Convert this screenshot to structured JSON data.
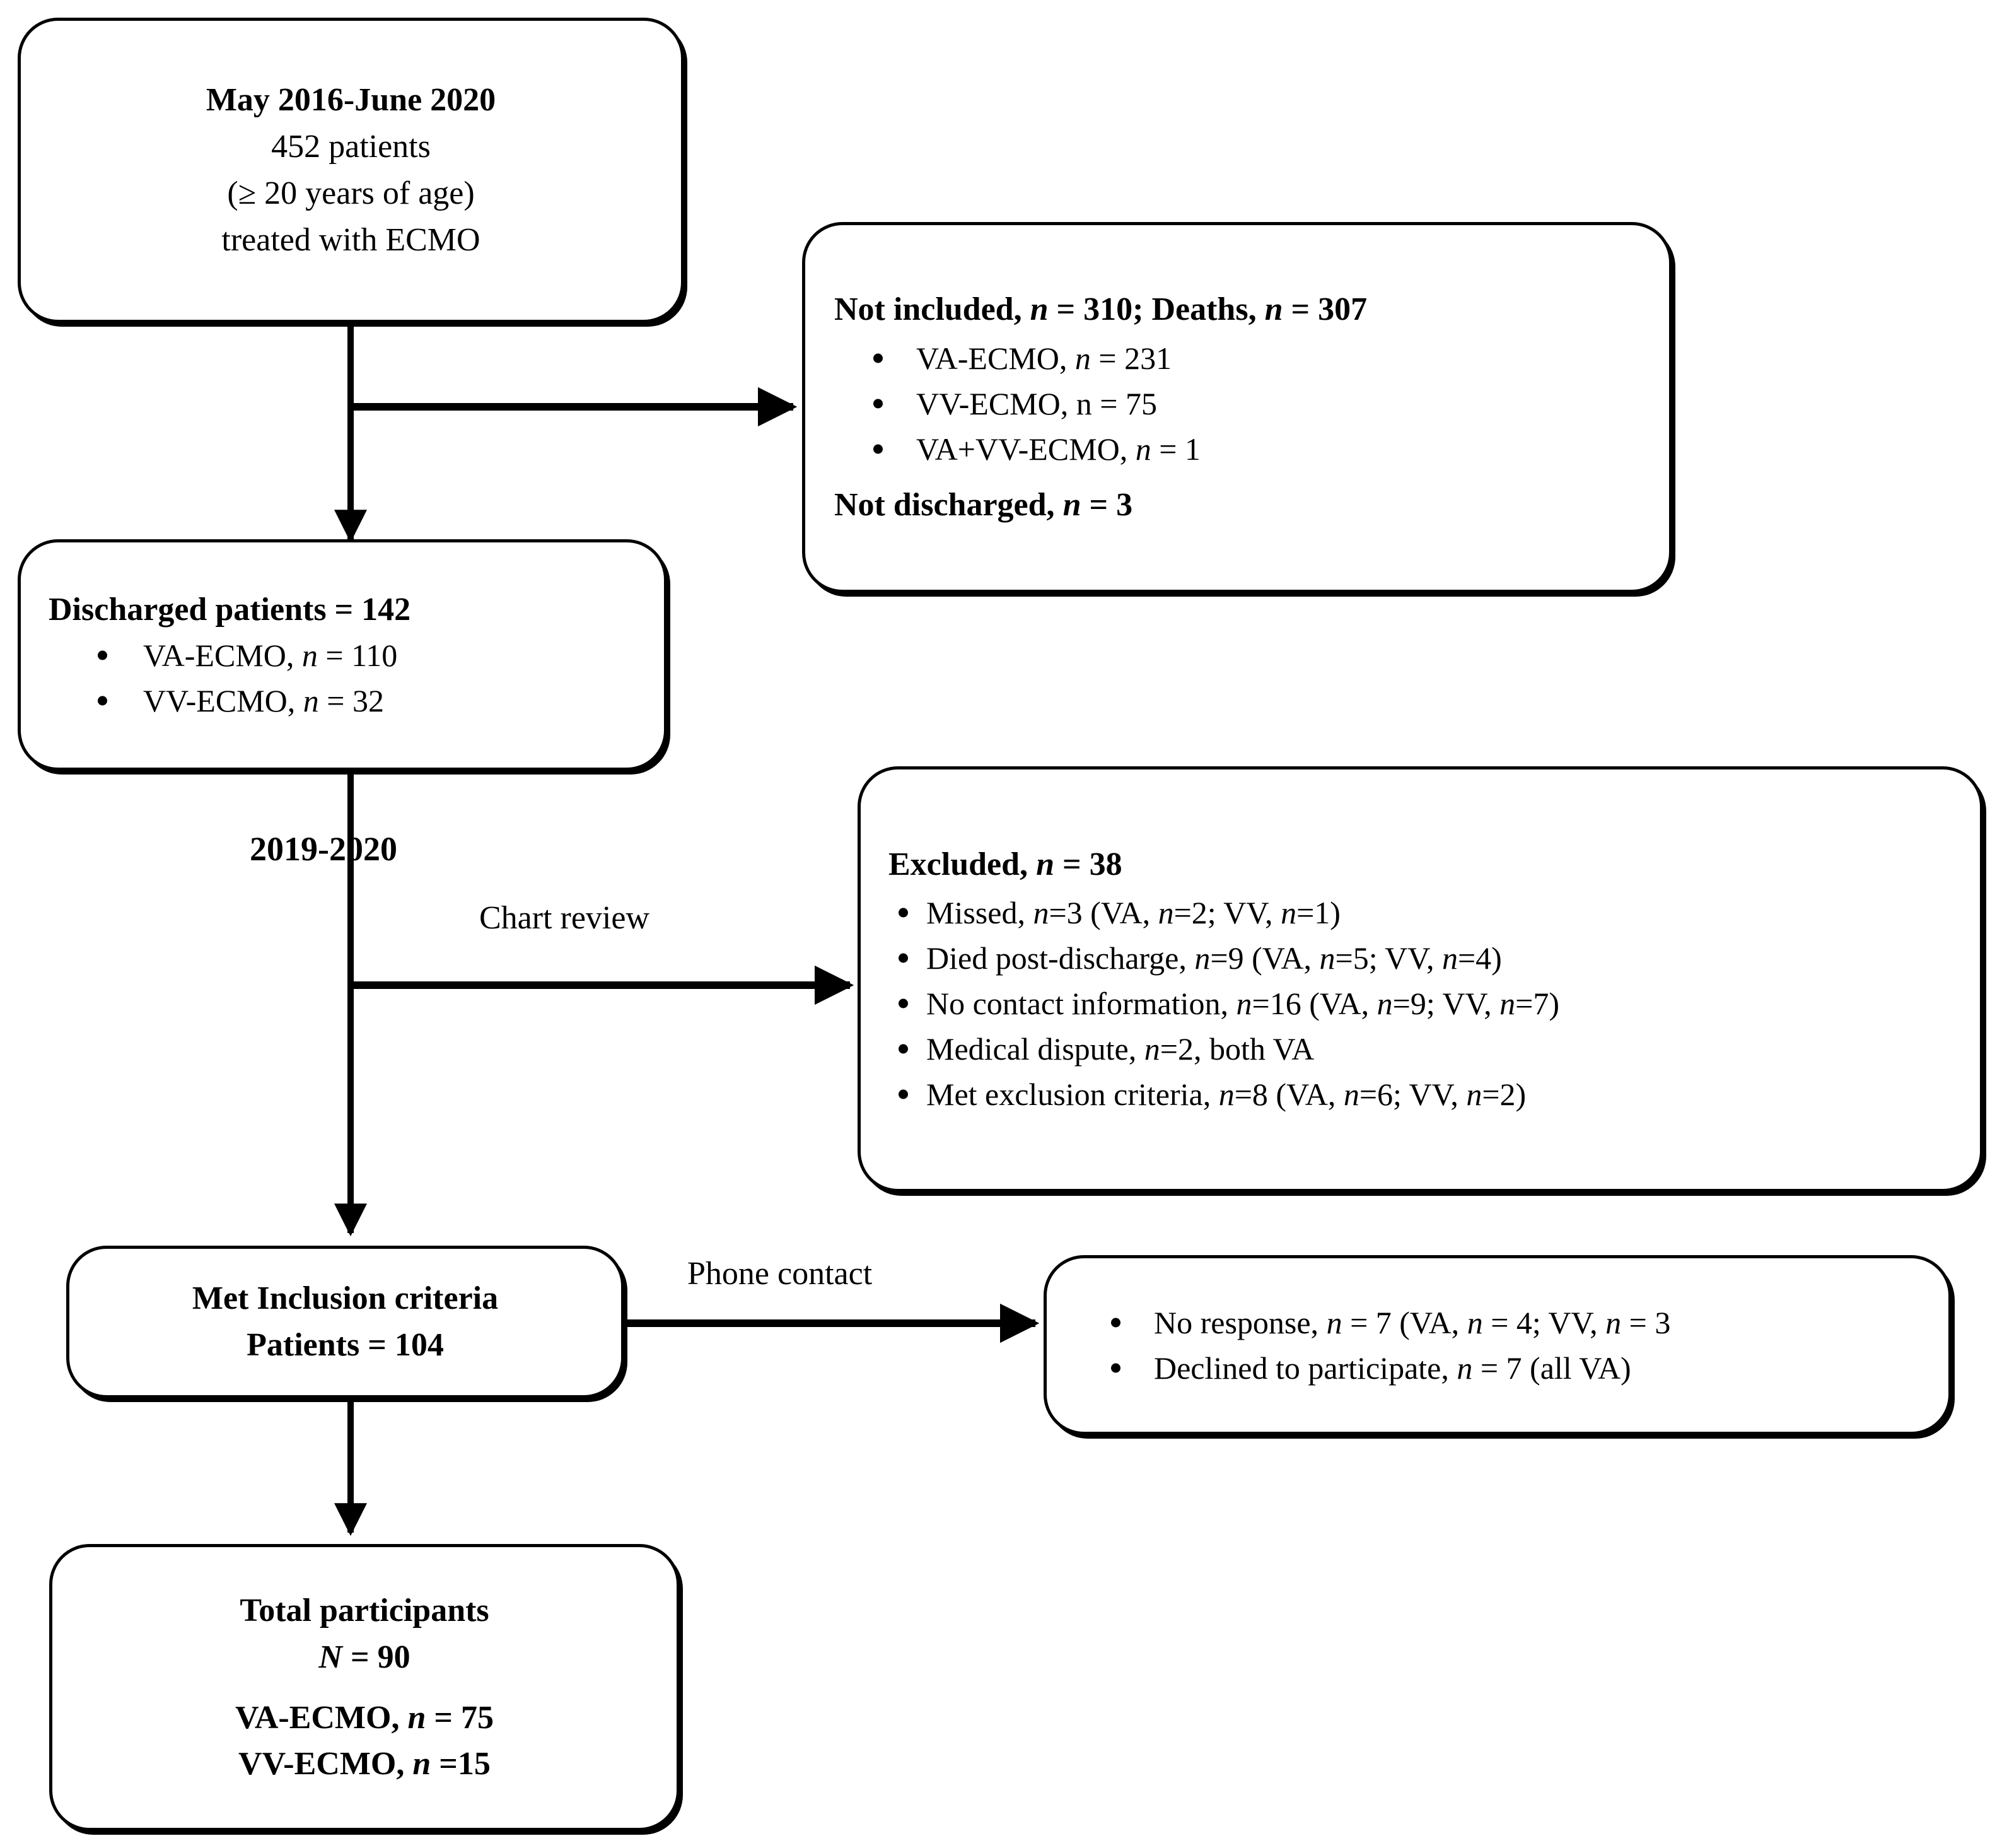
{
  "diagram": {
    "type": "study-flow-diagram",
    "line_color": "#000000",
    "background": "#ffffff"
  },
  "boxes": {
    "source_cohort": {
      "name": "source-cohort-box",
      "lines": [
        "May 2016-June 2020",
        "452 patients",
        "(≥ 20 years of age)",
        "treated with ECMO"
      ]
    },
    "not_included": {
      "name": "not-included-box",
      "header": "Not included, n = 310; Deaths, n = 307",
      "header_parts": {
        "pre": "Not included, ",
        "n1": "n",
        "mid": " = 310; Deaths, ",
        "n2": "n",
        "post": " = 307"
      },
      "bullets": [
        {
          "label": "VA-ECMO, ",
          "n": "n",
          "value": " = 231",
          "italic_n": true
        },
        {
          "label": "VV-ECMO, ",
          "n": "n",
          "value": " = 75",
          "italic_n": false
        },
        {
          "label": "VA+VV-ECMO, ",
          "n": "n",
          "value": " = 1",
          "italic_n": true
        }
      ],
      "footer_parts": {
        "pre": "Not discharged, ",
        "n": "n",
        "post": " = 3"
      }
    },
    "discharged": {
      "name": "discharged-patients-box",
      "header": "Discharged patients = 142",
      "bullets": [
        {
          "label": "VA-ECMO, ",
          "n": "n",
          "value": " = 110"
        },
        {
          "label": "VV-ECMO, ",
          "n": "n",
          "value": " = 32"
        }
      ]
    },
    "excluded": {
      "name": "excluded-box",
      "header_parts": {
        "pre": "Excluded, ",
        "n": "n",
        "post": " = 38"
      },
      "bullets": [
        {
          "a": "Missed, ",
          "n1": "n",
          "b": "=3 (VA, ",
          "n2": "n",
          "c": "=2; VV, ",
          "n3": "n",
          "d": "=1)"
        },
        {
          "a": "Died post-discharge, ",
          "n1": "n",
          "b": "=9 (VA, ",
          "n2": "n",
          "c": "=5; VV, ",
          "n3": "n",
          "d": "=4)"
        },
        {
          "a": "No contact information, ",
          "n1": "n",
          "b": "=16 (VA, ",
          "n2": "n",
          "c": "=9; VV, ",
          "n3": "n",
          "d": "=7)"
        },
        {
          "a": "Medical dispute, ",
          "n1": "n",
          "b": "=2, both VA",
          "n2": "",
          "c": "",
          "n3": "",
          "d": ""
        },
        {
          "a": "Met exclusion criteria, ",
          "n1": "n",
          "b": "=8 (VA, ",
          "n2": "n",
          "c": "=6; VV, ",
          "n3": "n",
          "d": "=2)"
        }
      ]
    },
    "inclusion": {
      "name": "met-inclusion-criteria-box",
      "lines": [
        "Met Inclusion criteria",
        "Patients = 104"
      ]
    },
    "phone_outcome": {
      "name": "phone-contact-outcome-box",
      "bullets": [
        {
          "a": "No response, ",
          "n1": "n",
          "b": " = 7 (VA, ",
          "n2": "n",
          "c": " = 4; VV, ",
          "n3": "n",
          "d": " = 3"
        },
        {
          "a": "Declined to participate, ",
          "n1": "n",
          "b": " = 7 (all VA)",
          "n2": "",
          "c": "",
          "n3": "",
          "d": ""
        }
      ]
    },
    "total_participants": {
      "name": "total-participants-box",
      "line1": "Total participants",
      "line2_parts": {
        "n": "N",
        "post": " = 90"
      },
      "line3_parts": {
        "pre": "VA-ECMO, ",
        "n": "n",
        "post": " = 75"
      },
      "line4_parts": {
        "pre": "VV-ECMO, ",
        "n": "n",
        "post": " =15"
      }
    }
  },
  "edge_labels": {
    "stage_period": "2019-2020",
    "chart_review": "Chart review",
    "phone_contact": "Phone contact"
  }
}
